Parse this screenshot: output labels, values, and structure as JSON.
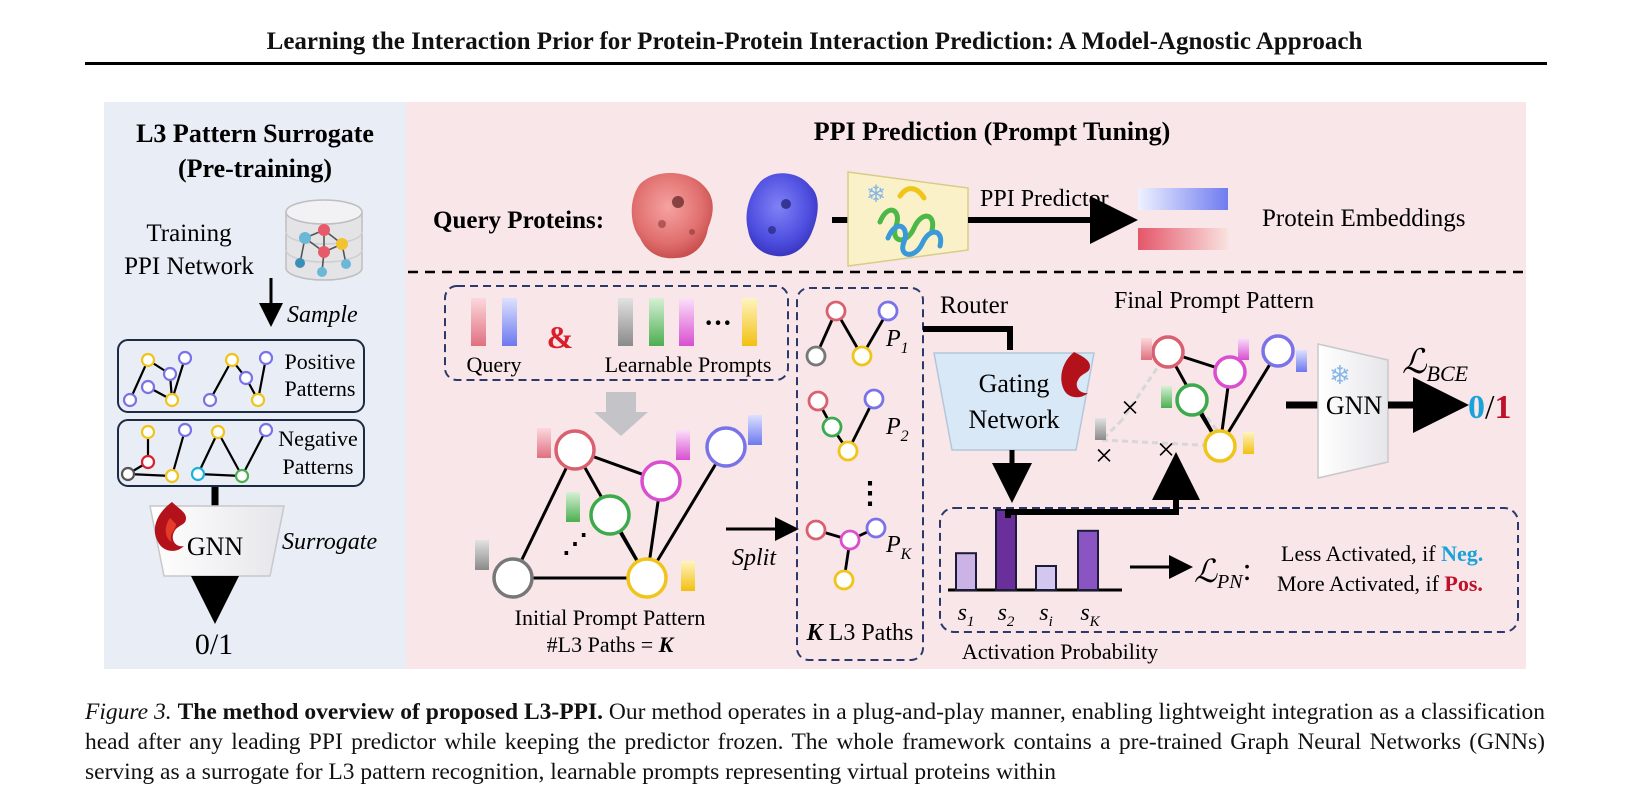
{
  "header": {
    "title": "Learning the Interaction Prior for Protein-Protein Interaction Prediction: A Model-Agnostic Approach"
  },
  "figure": {
    "left_panel": {
      "title_line1": "L3 Pattern Surrogate",
      "title_line2": "(Pre-training)",
      "network_label_line1": "Training",
      "network_label_line2": "PPI Network",
      "sample_label": "Sample",
      "positive_label_line1": "Positive",
      "positive_label_line2": "Patterns",
      "negative_label_line1": "Negative",
      "negative_label_line2": "Patterns",
      "gnn_label": "GNN",
      "surrogate_label": "Surrogate",
      "output_label": "0/1"
    },
    "right_panel": {
      "title": "PPI Prediction (Prompt Tuning)",
      "query_proteins_label": "Query Proteins:",
      "ppi_predictor_label": "PPI Predictor",
      "protein_embeddings_label": "Protein Embeddings",
      "query_label": "Query",
      "ampersand": "&",
      "ellipsis": "···",
      "learnable_prompts_label": "Learnable Prompts",
      "initial_pattern_line1": "Initial Prompt Pattern",
      "initial_pattern_line2": "#L3 Paths = ",
      "initial_pattern_k": "K",
      "split_label": "Split",
      "path_labels": [
        "P",
        "P",
        "P"
      ],
      "path_subscripts": [
        "1",
        "2",
        "K"
      ],
      "vertical_dots": "⋮",
      "k_l3_paths_k": "K",
      "k_l3_paths_text": " L3 Paths",
      "router_label": "Router",
      "gating_line1": "Gating",
      "gating_line2": "Network",
      "final_pattern_label": "Final Prompt Pattern",
      "gnn_label": "GNN",
      "loss_bce_main": "ℒ",
      "loss_bce_sub": "BCE",
      "output_zero": "0",
      "output_slash": "/",
      "output_one": "1",
      "score_labels": [
        "s",
        "s",
        "s",
        "s"
      ],
      "score_subscripts": [
        "1",
        "2",
        "i",
        "K"
      ],
      "activation_label": "Activation Probability",
      "loss_pn_main": "ℒ",
      "loss_pn_sub": "PN",
      "loss_pn_colon": ":",
      "less_activated_prefix": "Less Activated, if ",
      "less_activated_cond": "Neg.",
      "more_activated_prefix": "More Activated, if ",
      "more_activated_cond": "Pos.",
      "bar_heights": [
        0.46,
        1.0,
        0.3,
        0.74
      ]
    }
  },
  "caption": {
    "figure_label": "Figure 3.",
    "title": "The method overview of proposed L3-PPI.",
    "body": "Our method operates in a plug-and-play manner, enabling lightweight integration as a classification head after any leading PPI predictor while keeping the predictor frozen. The whole framework contains a pre-trained Graph Neural Networks (GNNs) serving as a surrogate for L3 pattern recognition, learnable prompts representing virtual proteins within"
  },
  "colors": {
    "left_bg": "#e7edf7",
    "right_bg": "#f8e6e8",
    "node_red": "#d9606f",
    "node_purple": "#7a72e8",
    "node_yellow": "#f0c419",
    "node_green": "#3caa4a",
    "node_magenta": "#d94fd0",
    "node_gray": "#777777",
    "bar_purple": "#6a2f9a",
    "neg_cyan": "#1aa3d9",
    "pos_red": "#c0102a"
  }
}
